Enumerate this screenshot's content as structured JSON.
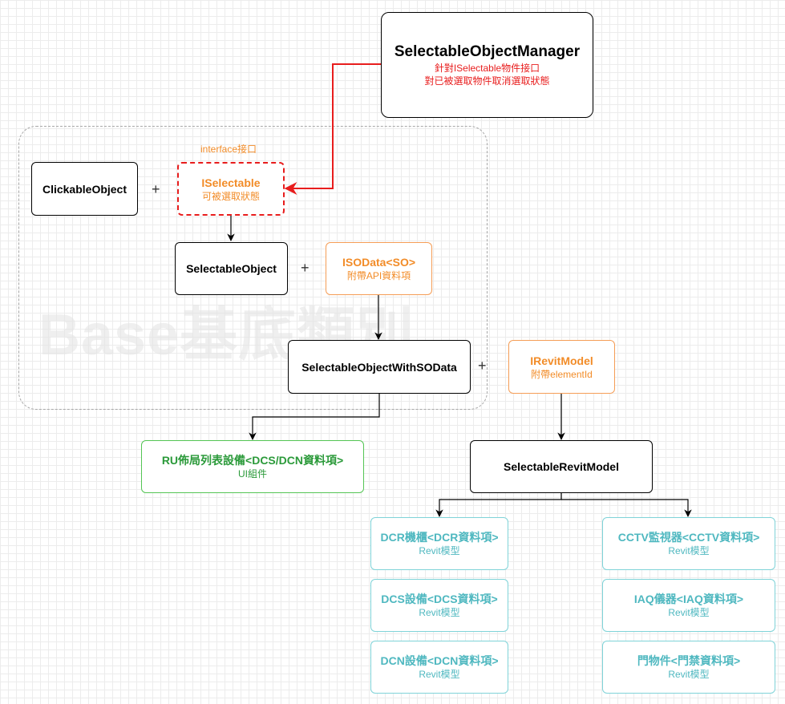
{
  "group": {
    "watermark": "Base基底類別"
  },
  "manager": {
    "title": "SelectableObjectManager",
    "line1": "針對ISelectable物件接口",
    "line2": "對已被選取物件取消選取狀態"
  },
  "interface_label": "interface接口",
  "clickable": {
    "title": "ClickableObject"
  },
  "iselectable": {
    "title": "ISelectable",
    "sub": "可被選取狀態"
  },
  "selectable_object": {
    "title": "SelectableObject"
  },
  "isodata": {
    "title": "ISOData<SO>",
    "sub": "附帶API資料項"
  },
  "with_sodata": {
    "title": "SelectableObjectWithSOData"
  },
  "irevitmodel": {
    "title": "IRevitModel",
    "sub": "附帶elementId"
  },
  "ru_component": {
    "title": "RU佈局列表設備<DCS/DCN資料項>",
    "sub": "UI組件"
  },
  "revit_model": {
    "title": "SelectableRevitModel"
  },
  "plus": "+",
  "revit_children": [
    {
      "title": "DCR機櫃<DCR資料項>",
      "sub": "Revit模型"
    },
    {
      "title": "DCS設備<DCS資料項>",
      "sub": "Revit模型"
    },
    {
      "title": "DCN設備<DCN資料項>",
      "sub": "Revit模型"
    },
    {
      "title": "CCTV監視器<CCTV資料項>",
      "sub": "Revit模型"
    },
    {
      "title": "IAQ儀器<IAQ資料項>",
      "sub": "Revit模型"
    },
    {
      "title": "門物件<門禁資料項>",
      "sub": "Revit模型"
    }
  ],
  "colors": {
    "orange": "#f28c28",
    "red_edge": "#e81d1d",
    "green": "#2b9a3a",
    "cyan": "#4fb8c0"
  }
}
